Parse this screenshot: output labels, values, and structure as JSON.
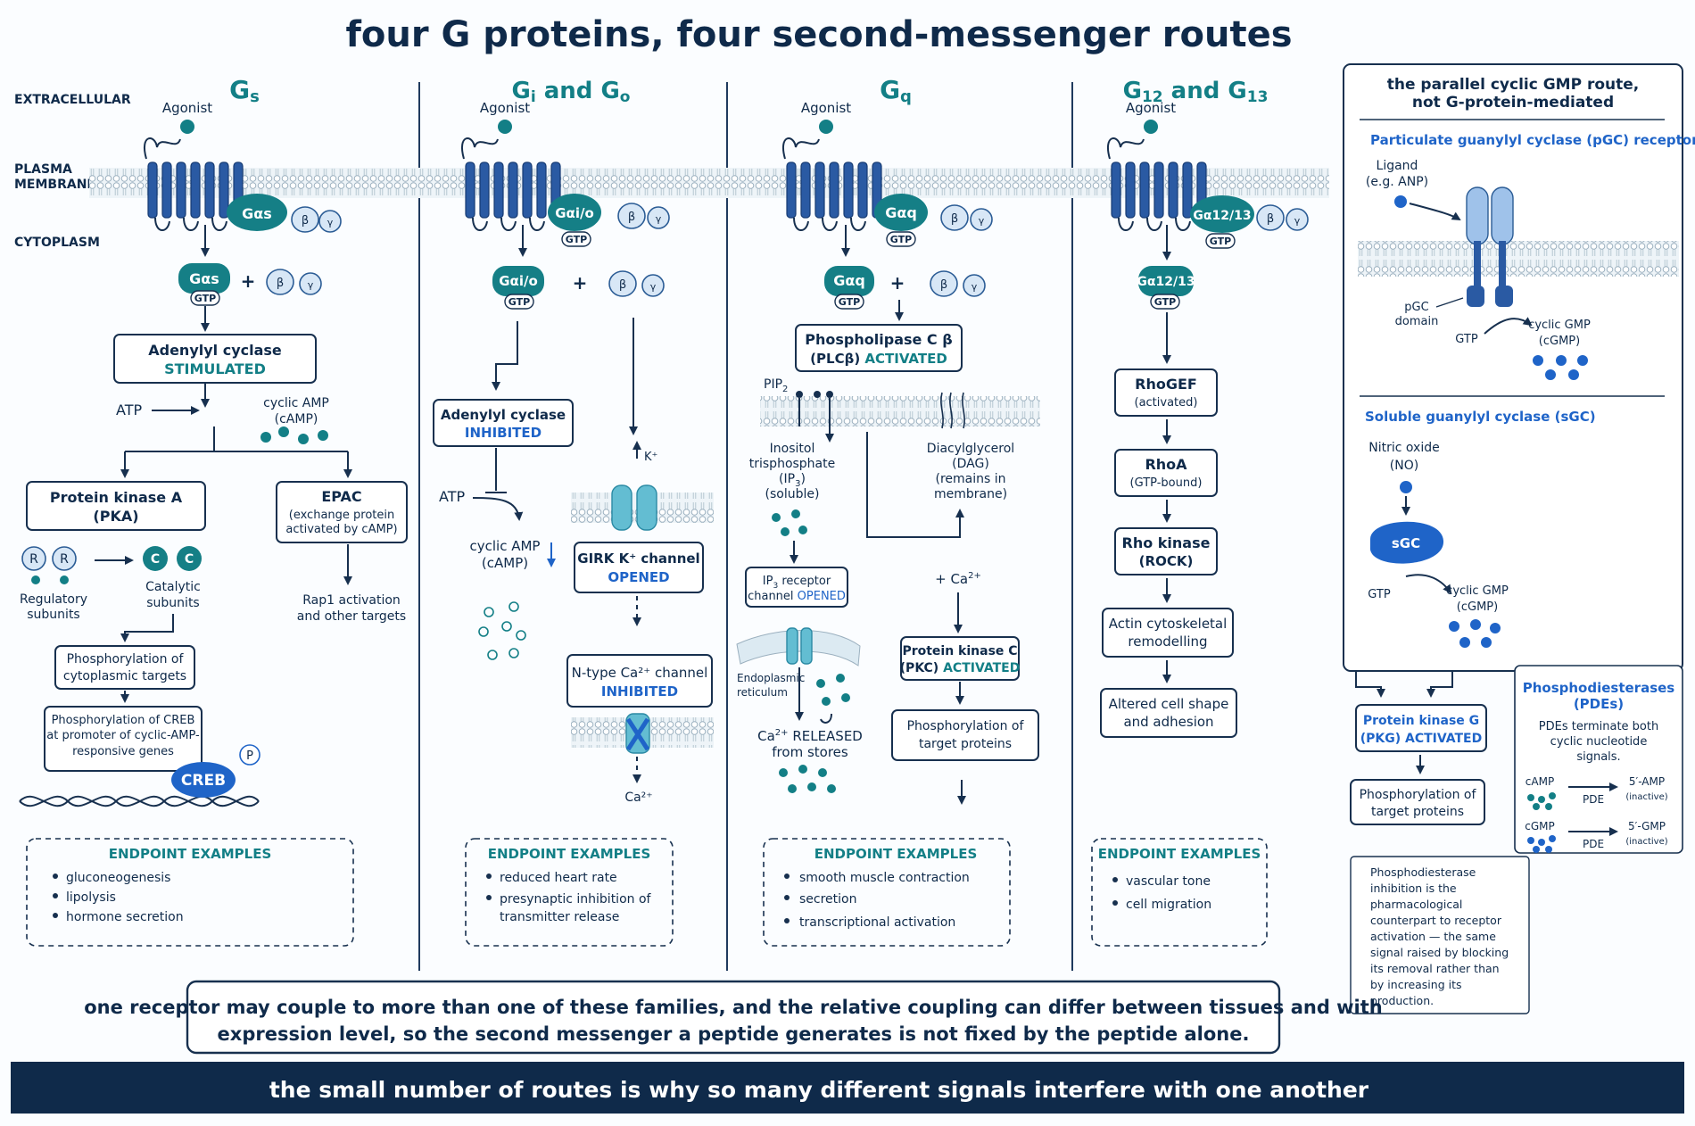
{
  "title": "four G proteins, four second-messenger routes",
  "side_labels": {
    "extracellular": "EXTRACELLULAR",
    "plasma": "PLASMA",
    "membrane": "MEMBRANE",
    "cytoplasm": "CYTOPLASM"
  },
  "common": {
    "beta": "β",
    "gamma": "γ",
    "gtp": "GTP",
    "plus": "+",
    "endpoint_title": "ENDPOINT EXAMPLES"
  },
  "col_gs": {
    "header": {
      "main": "G",
      "sub": "s"
    },
    "agonist": "Agonist",
    "galpha": "Gαs",
    "ac": {
      "line1": "Adenylyl cyclase",
      "line2": "STIMULATED"
    },
    "atp": "ATP",
    "camp1": "cyclic AMP",
    "camp2": "(cAMP)",
    "pka": {
      "line1": "Protein kinase A",
      "line2": "(PKA)"
    },
    "epac": {
      "line1": "EPAC",
      "line2": "(exchange protein",
      "line3": "activated by cAMP)"
    },
    "rap1": {
      "line1": "Rap1 activation",
      "line2": "and other targets"
    },
    "r_letter": "R",
    "c_letter": "C",
    "regulatory1": "Regulatory",
    "regulatory2": "subunits",
    "catalytic1": "Catalytic",
    "catalytic2": "subunits",
    "phos_cyto1": "Phosphorylation of",
    "phos_cyto2": "cytoplasmic targets",
    "phos_creb1": "Phosphorylation of CREB",
    "phos_creb2": "at promoter of cyclic-AMP-",
    "phos_creb3": "responsive genes",
    "creb": "CREB",
    "p_letter": "P",
    "endpoints": [
      "gluconeogenesis",
      "lipolysis",
      "hormone secretion"
    ]
  },
  "col_gi": {
    "header": {
      "g1": "G",
      "s1": "i",
      "mid": " and ",
      "g2": "G",
      "s2": "o"
    },
    "agonist": "Agonist",
    "galpha": "Gαi/o",
    "ac": {
      "line1": "Adenylyl cyclase",
      "line2": "INHIBITED"
    },
    "atp": "ATP",
    "camp1": "cyclic AMP",
    "camp2": "(cAMP)",
    "k_label": "K⁺",
    "girk": {
      "line1": "GIRK K⁺ channel",
      "line2": "OPENED"
    },
    "ntype": {
      "line1": "N-type Ca²⁺ channel",
      "line2": "INHIBITED"
    },
    "ca_label": "Ca²⁺",
    "endpoints": [
      "reduced heart rate",
      "presynaptic inhibition of",
      "transmitter release"
    ]
  },
  "col_gq": {
    "header": {
      "main": "G",
      "sub": "q"
    },
    "agonist": "Agonist",
    "galpha": "Gαq",
    "plc": {
      "line1": "Phospholipase C β",
      "line2a": "(PLCβ) ",
      "line2b": "ACTIVATED"
    },
    "pip": "PIP",
    "pip_sub": "2",
    "ip3": {
      "line1": "Inositol",
      "line2": "trisphosphate",
      "line3a": "(IP",
      "line3b": "3",
      "line3c": ")",
      "line4": "(soluble)"
    },
    "ip3r": {
      "line1a": "IP",
      "line1b": "3",
      "line1c": " receptor",
      "line2a": "channel ",
      "line2b": "OPENED"
    },
    "er1": "Endoplasmic",
    "er2": "reticulum",
    "release": {
      "line1a": "Ca",
      "line1b": "2+",
      "line1c": " RELEASED",
      "line2": "from stores"
    },
    "dag": {
      "line1": "Diacylglycerol",
      "line2": "(DAG)",
      "line3": "(remains in",
      "line4": "membrane)"
    },
    "ca_plus": {
      "a": "+ Ca",
      "b": "2+"
    },
    "pkc": {
      "line1": "Protein kinase C",
      "line2a": "(PKC) ",
      "line2b": "ACTIVATED"
    },
    "phos1": "Phosphorylation of",
    "phos2": "target proteins",
    "endpoints": [
      "smooth muscle contraction",
      "secretion",
      "transcriptional activation"
    ]
  },
  "col_g12": {
    "header": {
      "g1": "G",
      "s1": "12",
      "mid": " and ",
      "g2": "G",
      "s2": "13"
    },
    "agonist": "Agonist",
    "galpha": "Gα12/13",
    "rhogef1": "RhoGEF",
    "rhogef2": "(activated)",
    "rhoa1": "RhoA",
    "rhoa2": "(GTP-bound)",
    "rock1": "Rho kinase",
    "rock2": "(ROCK)",
    "actin1": "Actin cytoskeletal",
    "actin2": "remodelling",
    "shape1": "Altered cell shape",
    "shape2": "and adhesion",
    "endpoints": [
      "vascular tone",
      "cell migration"
    ]
  },
  "cgmp": {
    "header1": "the parallel cyclic GMP route,",
    "header2": "not G-protein-mediated",
    "pgc_title": "Particulate guanylyl cyclase (pGC) receptor",
    "ligand1": "Ligand",
    "ligand2": "(e.g. ANP)",
    "pgc_domain1": "pGC",
    "pgc_domain2": "domain",
    "gtp": "GTP",
    "cgmp1": "cyclic GMP",
    "cgmp2": "(cGMP)",
    "sgc_title": "Soluble guanylyl cyclase (sGC)",
    "no1": "Nitric oxide",
    "no2": "(NO)",
    "sgc_label": "sGC",
    "pkg1": "Protein kinase G",
    "pkg2": "(PKG) ACTIVATED",
    "phos1": "Phosphorylation of",
    "phos2": "target proteins",
    "pde_title1": "Phosphodiesterases",
    "pde_title2": "(PDEs)",
    "pde_desc1": "PDEs terminate both",
    "pde_desc2": "cyclic nucleotide",
    "pde_desc3": "signals.",
    "camp": "cAMP",
    "cgmp_short": "cGMP",
    "pde": "PDE",
    "amp5": "5′-AMP",
    "gmp5": "5′-GMP",
    "inactive": "(inactive)",
    "note": [
      "Phosphodiesterase",
      "inhibition is the",
      "pharmacological",
      "counterpart to receptor",
      "activation — the same",
      "signal raised by blocking",
      "its removal rather than",
      "by increasing its",
      "production."
    ]
  },
  "footnote": {
    "line1": "one receptor may couple to more than one of these families, and the relative coupling can differ between tissues and with",
    "line2": "expression level, so the second messenger a peptide generates is not fixed by the peptide alone."
  },
  "footer": "the small number of routes is why so many different signals interfere with one another"
}
